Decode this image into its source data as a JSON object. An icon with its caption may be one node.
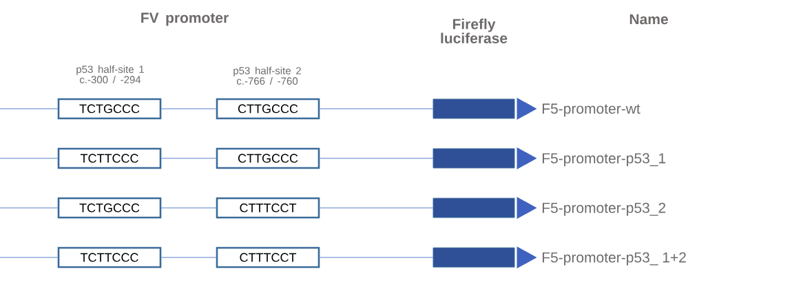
{
  "diagram": {
    "nodes": [
      {
        "text": [
          "TCTGCCC"
        ]
      },
      {
        "text": [
          "CTTGCCC"
        ]
      },
      {
        "text": [],
        "shape": "bar",
        "beside": [
          "F5-promoter-wt"
        ]
      },
      {
        "text": [
          "TCTTCCC"
        ]
      },
      {
        "text": [
          "CTTGCCC"
        ]
      },
      {
        "text": [],
        "shape": "bar",
        "beside": [
          "F5-promoter-p53_1"
        ]
      },
      {
        "text": [
          "TCTGCCC"
        ]
      },
      {
        "text": [
          "CTTTCCT"
        ]
      },
      {
        "text": [],
        "shape": "bar",
        "beside": [
          "F5-promoter-p53_2"
        ]
      },
      {
        "text": [
          "TCTTCCC"
        ]
      },
      {
        "text": [
          "CTTTCCT"
        ]
      },
      {
        "text": [],
        "shape": "bar",
        "beside": [
          "F5-promoter-p53_ 1+2"
        ]
      }
    ],
    "edges": [
      {
        "from": null,
        "to": 0,
        "arrow": "none"
      },
      {
        "from": 0,
        "to": 1,
        "arrow": "none"
      },
      {
        "from": 1,
        "to": 2,
        "arrow": "none"
      },
      {
        "from": null,
        "to": 3,
        "arrow": "none"
      },
      {
        "from": 3,
        "to": 4,
        "arrow": "none"
      },
      {
        "from": 4,
        "to": 5,
        "arrow": "none"
      },
      {
        "from": null,
        "to": 6,
        "arrow": "none"
      },
      {
        "from": 6,
        "to": 7,
        "arrow": "none"
      },
      {
        "from": 7,
        "to": 8,
        "arrow": "none"
      },
      {
        "from": null,
        "to": 9,
        "arrow": "none"
      },
      {
        "from": 9,
        "to": 10,
        "arrow": "none"
      },
      {
        "from": 10,
        "to": 11,
        "arrow": "none"
      }
    ],
    "labels": [
      "FV promoter",
      "Firefly luciferase",
      "Name",
      "p53 half-site 1 c.-300 / -294",
      "p53 half-site 2 c.-766 / -760"
    ]
  }
}
